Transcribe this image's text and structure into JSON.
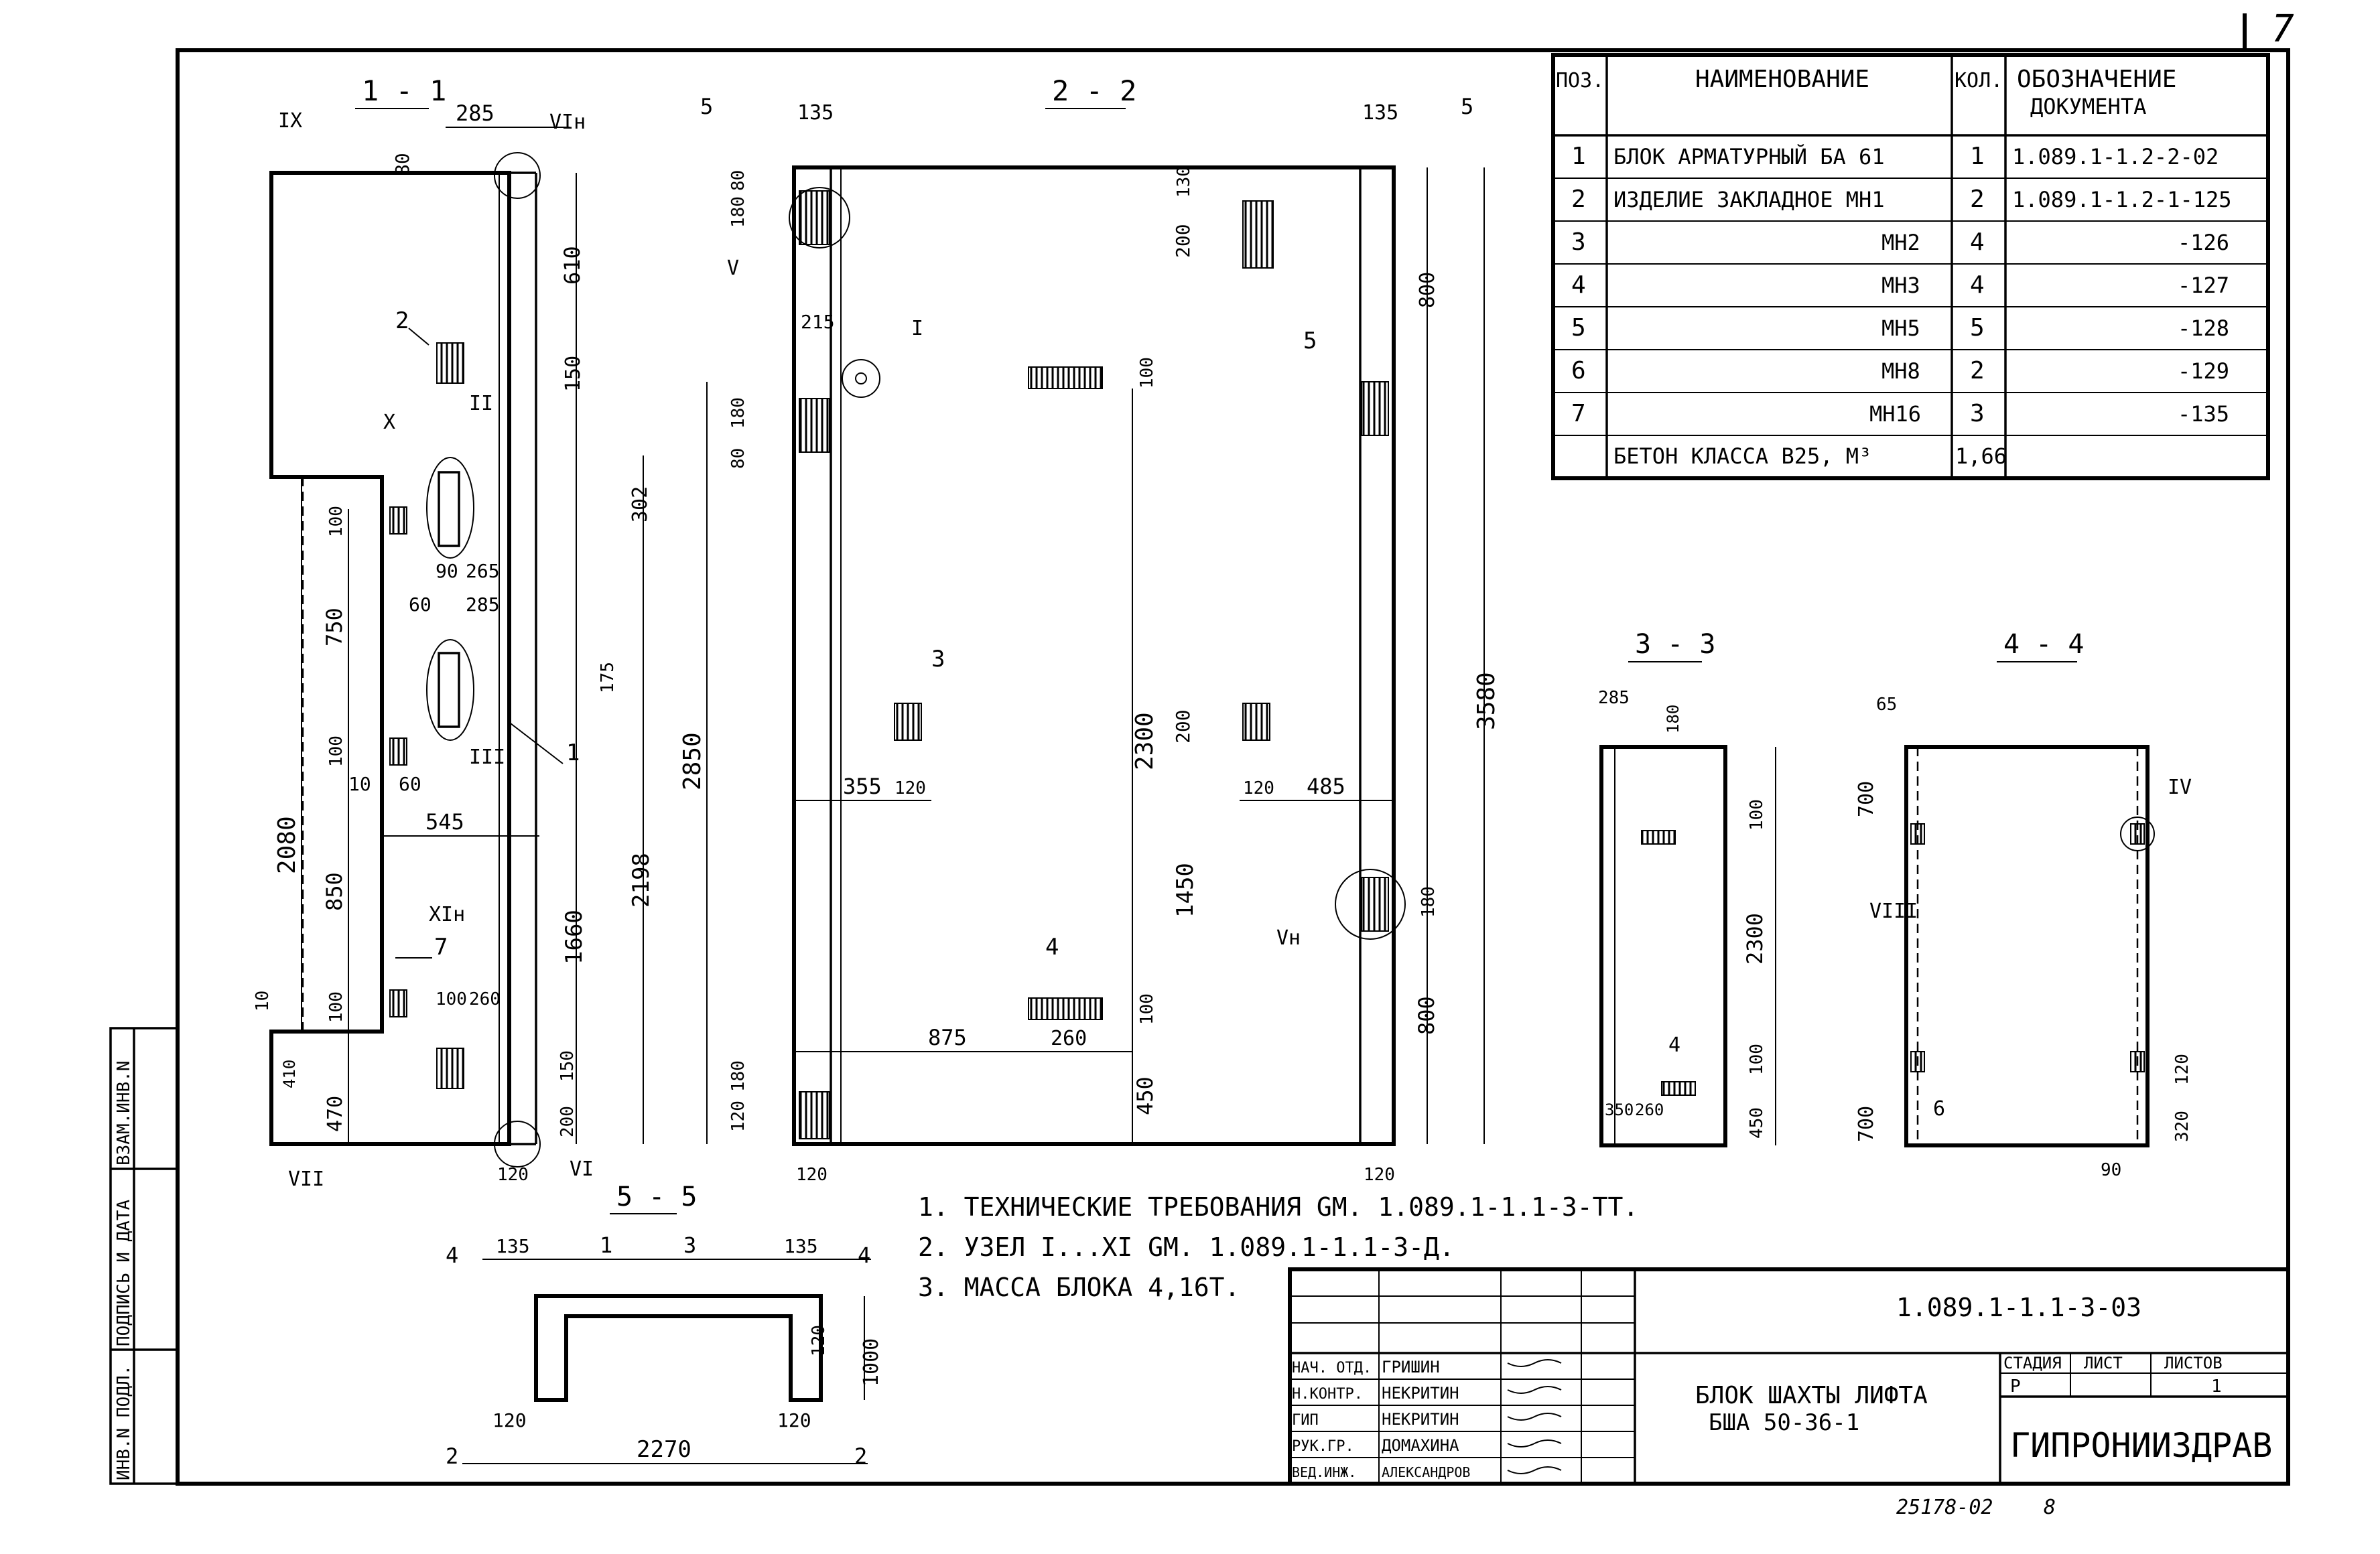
{
  "sheet": {
    "number": "7",
    "doc_code": "1.089.1-1.1-3-03",
    "footer_code": "25178-02",
    "footer_page": "8"
  },
  "spec": {
    "headers": {
      "pos": "ПОЗ.",
      "name": "НАИМЕНОВАНИЕ",
      "qty": "КОЛ.",
      "designation_line1": "ОБОЗНАЧЕНИЕ",
      "designation_line2": "ДОКУМЕНТА"
    },
    "rows": [
      {
        "pos": "1",
        "name": "БЛОК АРМАТУРНЫЙ  БА 61",
        "qty": "1",
        "doc": "1.089.1-1.2-2-02"
      },
      {
        "pos": "2",
        "name": "ИЗДЕЛИЕ ЗАКЛАДНОЕ МН1",
        "qty": "2",
        "doc": "1.089.1-1.2-1-125"
      },
      {
        "pos": "3",
        "name": "МН2",
        "qty": "4",
        "doc": "-126"
      },
      {
        "pos": "4",
        "name": "МН3",
        "qty": "4",
        "doc": "-127"
      },
      {
        "pos": "5",
        "name": "МН5",
        "qty": "5",
        "doc": "-128"
      },
      {
        "pos": "6",
        "name": "МН8",
        "qty": "2",
        "doc": "-129"
      },
      {
        "pos": "7",
        "name": "МН16",
        "qty": "3",
        "doc": "-135"
      }
    ],
    "concrete": {
      "name": "БЕТОН  КЛАССА  В25, М³",
      "qty": "1,66"
    }
  },
  "sections": {
    "s11": "1 - 1",
    "s22": "2 - 2",
    "s33": "3 - 3",
    "s44": "4 - 4",
    "s55": "5 - 5"
  },
  "notes": [
    "1. ТЕХНИЧЕСКИЕ  ТРЕБОВАНИЯ  GМ. 1.089.1-1.1-3-ТТ.",
    "2. УЗЕЛ I...XI  GМ. 1.089.1-1.1-3-Д.",
    "3. МАССА  БЛОКА  4,16Т."
  ],
  "title_block": {
    "title_line1": "БЛОК  ШАХТЫ  ЛИФТА",
    "title_line2": "БША 50-36-1",
    "org": "ГИПРОНИИЗДРАВ",
    "stage_label": "СТАДИЯ",
    "sheet_label": "ЛИСТ",
    "sheets_label": "ЛИСТОВ",
    "stage": "Р",
    "sheets": "1",
    "roles": [
      {
        "role": "НАЧ. ОТД.",
        "name": "ГРИШИН"
      },
      {
        "role": "Н.КОНТР.",
        "name": "НЕКРИТИН"
      },
      {
        "role": "ГИП",
        "name": "НЕКРИТИН"
      },
      {
        "role": "РУК.ГР.",
        "name": "ДОМАХИНА"
      },
      {
        "role": "ВЕД.ИНЖ.",
        "name": "АЛЕКСАНДРОВ"
      }
    ]
  },
  "side_stamp": {
    "inv": "ИНВ.N ПОДЛ.",
    "sign": "ПОДПИСЬ И ДАТА",
    "vzam": "ВЗАМ.ИНВ.N"
  },
  "dims": {
    "s11": [
      "285",
      "80",
      "610",
      "150",
      "302",
      "750",
      "100",
      "2080",
      "10",
      "60",
      "545",
      "850",
      "100",
      "1660",
      "2198",
      "175",
      "90",
      "265",
      "60",
      "285",
      "100",
      "470",
      "410",
      "10",
      "100",
      "260",
      "200",
      "150",
      "120"
    ],
    "s22": [
      "135",
      "135",
      "180",
      "80",
      "200",
      "130",
      "800",
      "215",
      "180",
      "80",
      "100",
      "2300",
      "2850",
      "3580",
      "355",
      "120",
      "120",
      "485",
      "200",
      "1450",
      "180",
      "875",
      "260",
      "100",
      "450",
      "800",
      "120",
      "180",
      "120",
      "120"
    ],
    "s33": [
      "285",
      "180",
      "100",
      "2300",
      "100",
      "450",
      "350",
      "260"
    ],
    "s44": [
      "65",
      "700",
      "700",
      "120",
      "320",
      "90"
    ],
    "s55": [
      "135",
      "135",
      "120",
      "1000",
      "120",
      "2270",
      "120"
    ]
  },
  "callouts": [
    "IХ",
    "VIн",
    "X",
    "II",
    "III",
    "V",
    "I",
    "5",
    "XIн",
    "VII",
    "VI",
    "Vн",
    "IV",
    "VIII",
    "1",
    "2",
    "3",
    "4",
    "5",
    "6",
    "7"
  ]
}
